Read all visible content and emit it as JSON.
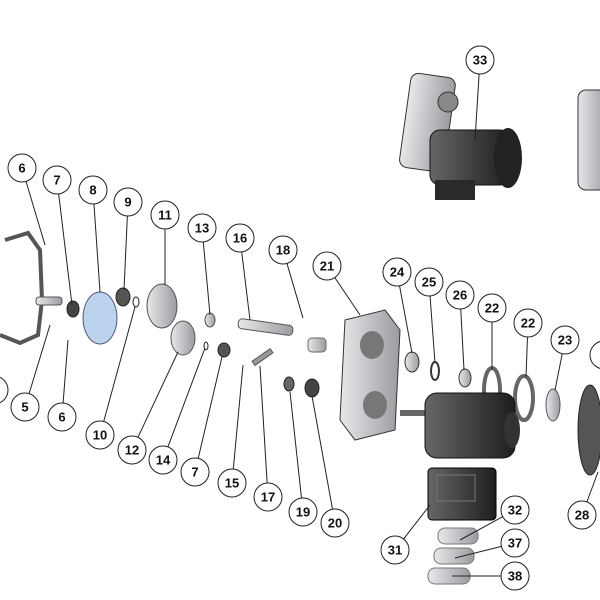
{
  "diagram": {
    "type": "exploded-parts-view",
    "callouts": [
      "33",
      "6",
      "7",
      "8",
      "9",
      "11",
      "13",
      "16",
      "18",
      "21",
      "24",
      "25",
      "26",
      "22",
      "22",
      "23",
      "5",
      "6",
      "10",
      "12",
      "14",
      "7",
      "15",
      "17",
      "19",
      "20",
      "31",
      "32",
      "37",
      "38",
      "28"
    ],
    "colors": {
      "line": "#222222",
      "part": "#b8bcc2",
      "part_dark": "#3a3a3a",
      "accent_blue": "#bcd3ee"
    }
  }
}
